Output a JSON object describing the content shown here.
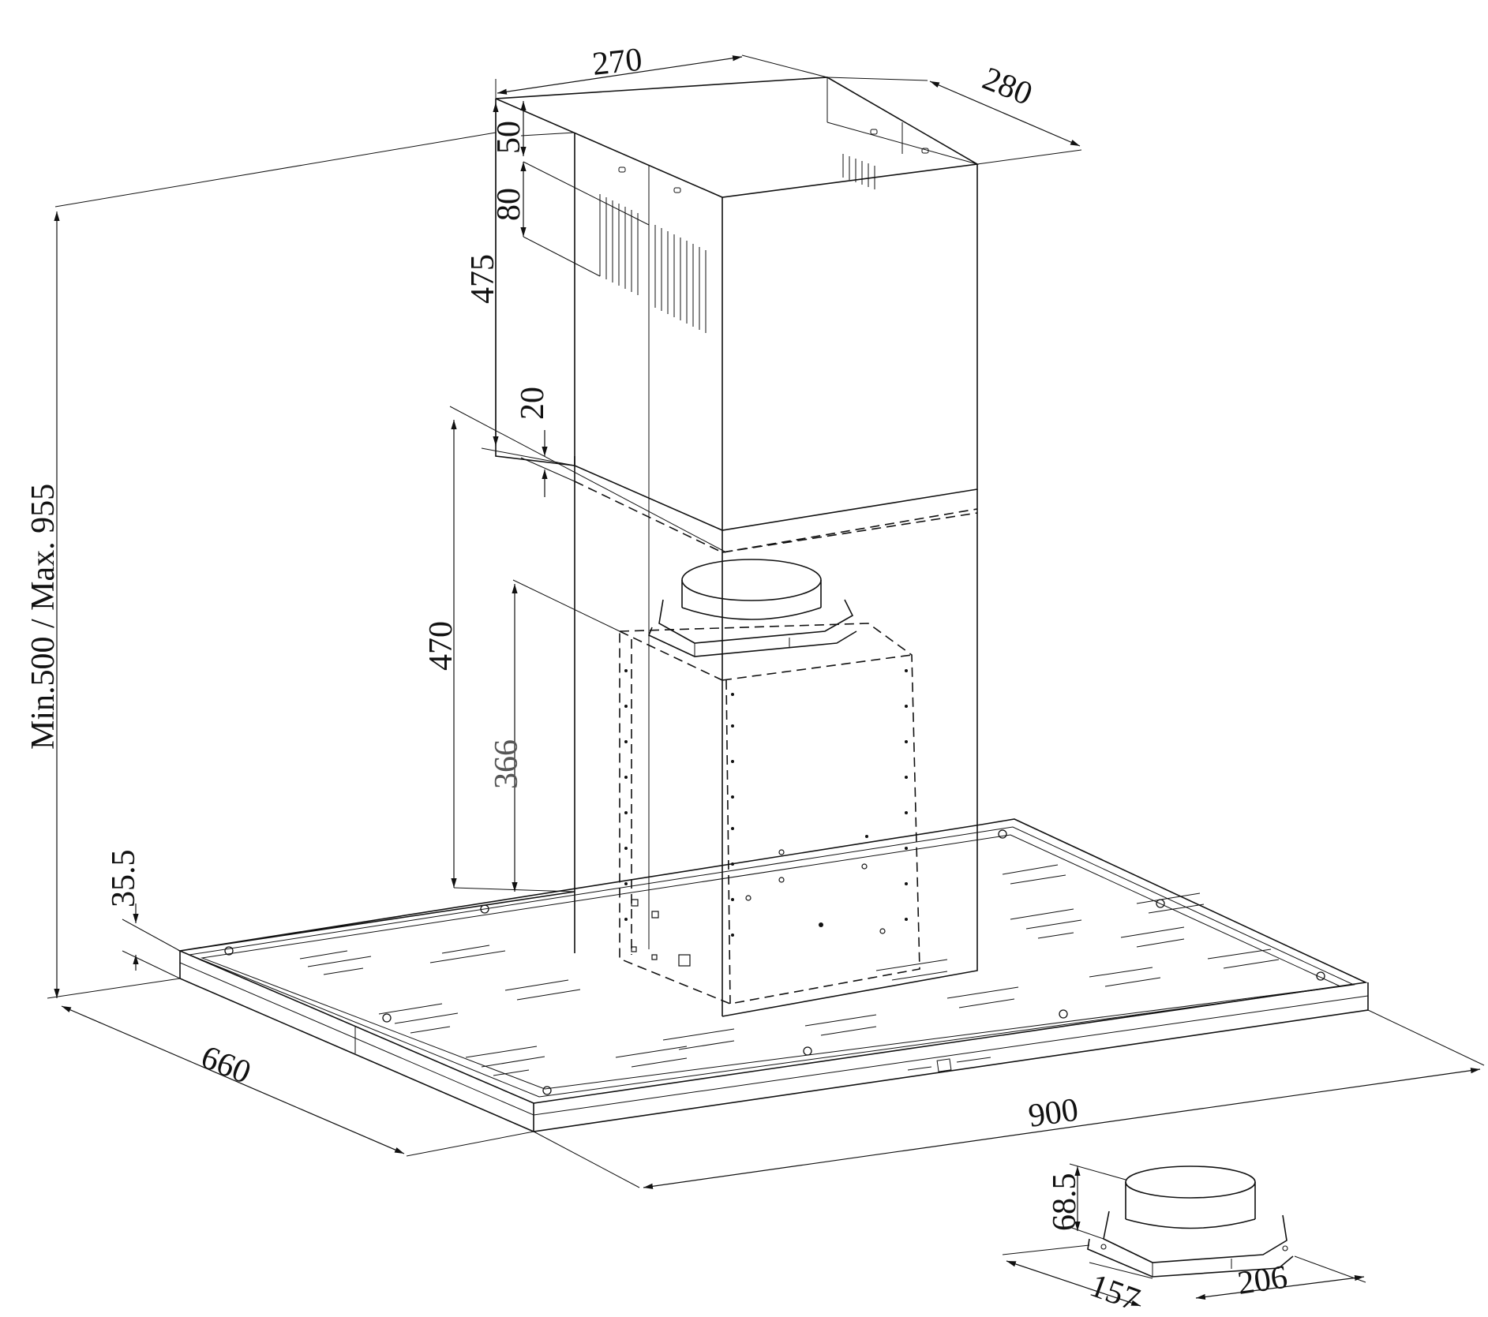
{
  "dimensions": {
    "chimney_width": "270",
    "chimney_depth": "280",
    "top_gap": "50",
    "vent_height": "80",
    "upper_chimney_height": "475",
    "overlap": "20",
    "lower_height": "470",
    "motor_height": "366",
    "adjustable_height": "Min.500 / Max. 955",
    "canopy_thickness": "35.5",
    "hood_depth": "660",
    "hood_width": "900",
    "adapter_height": "68.5",
    "adapter_depth": "157",
    "adapter_width": "206"
  }
}
